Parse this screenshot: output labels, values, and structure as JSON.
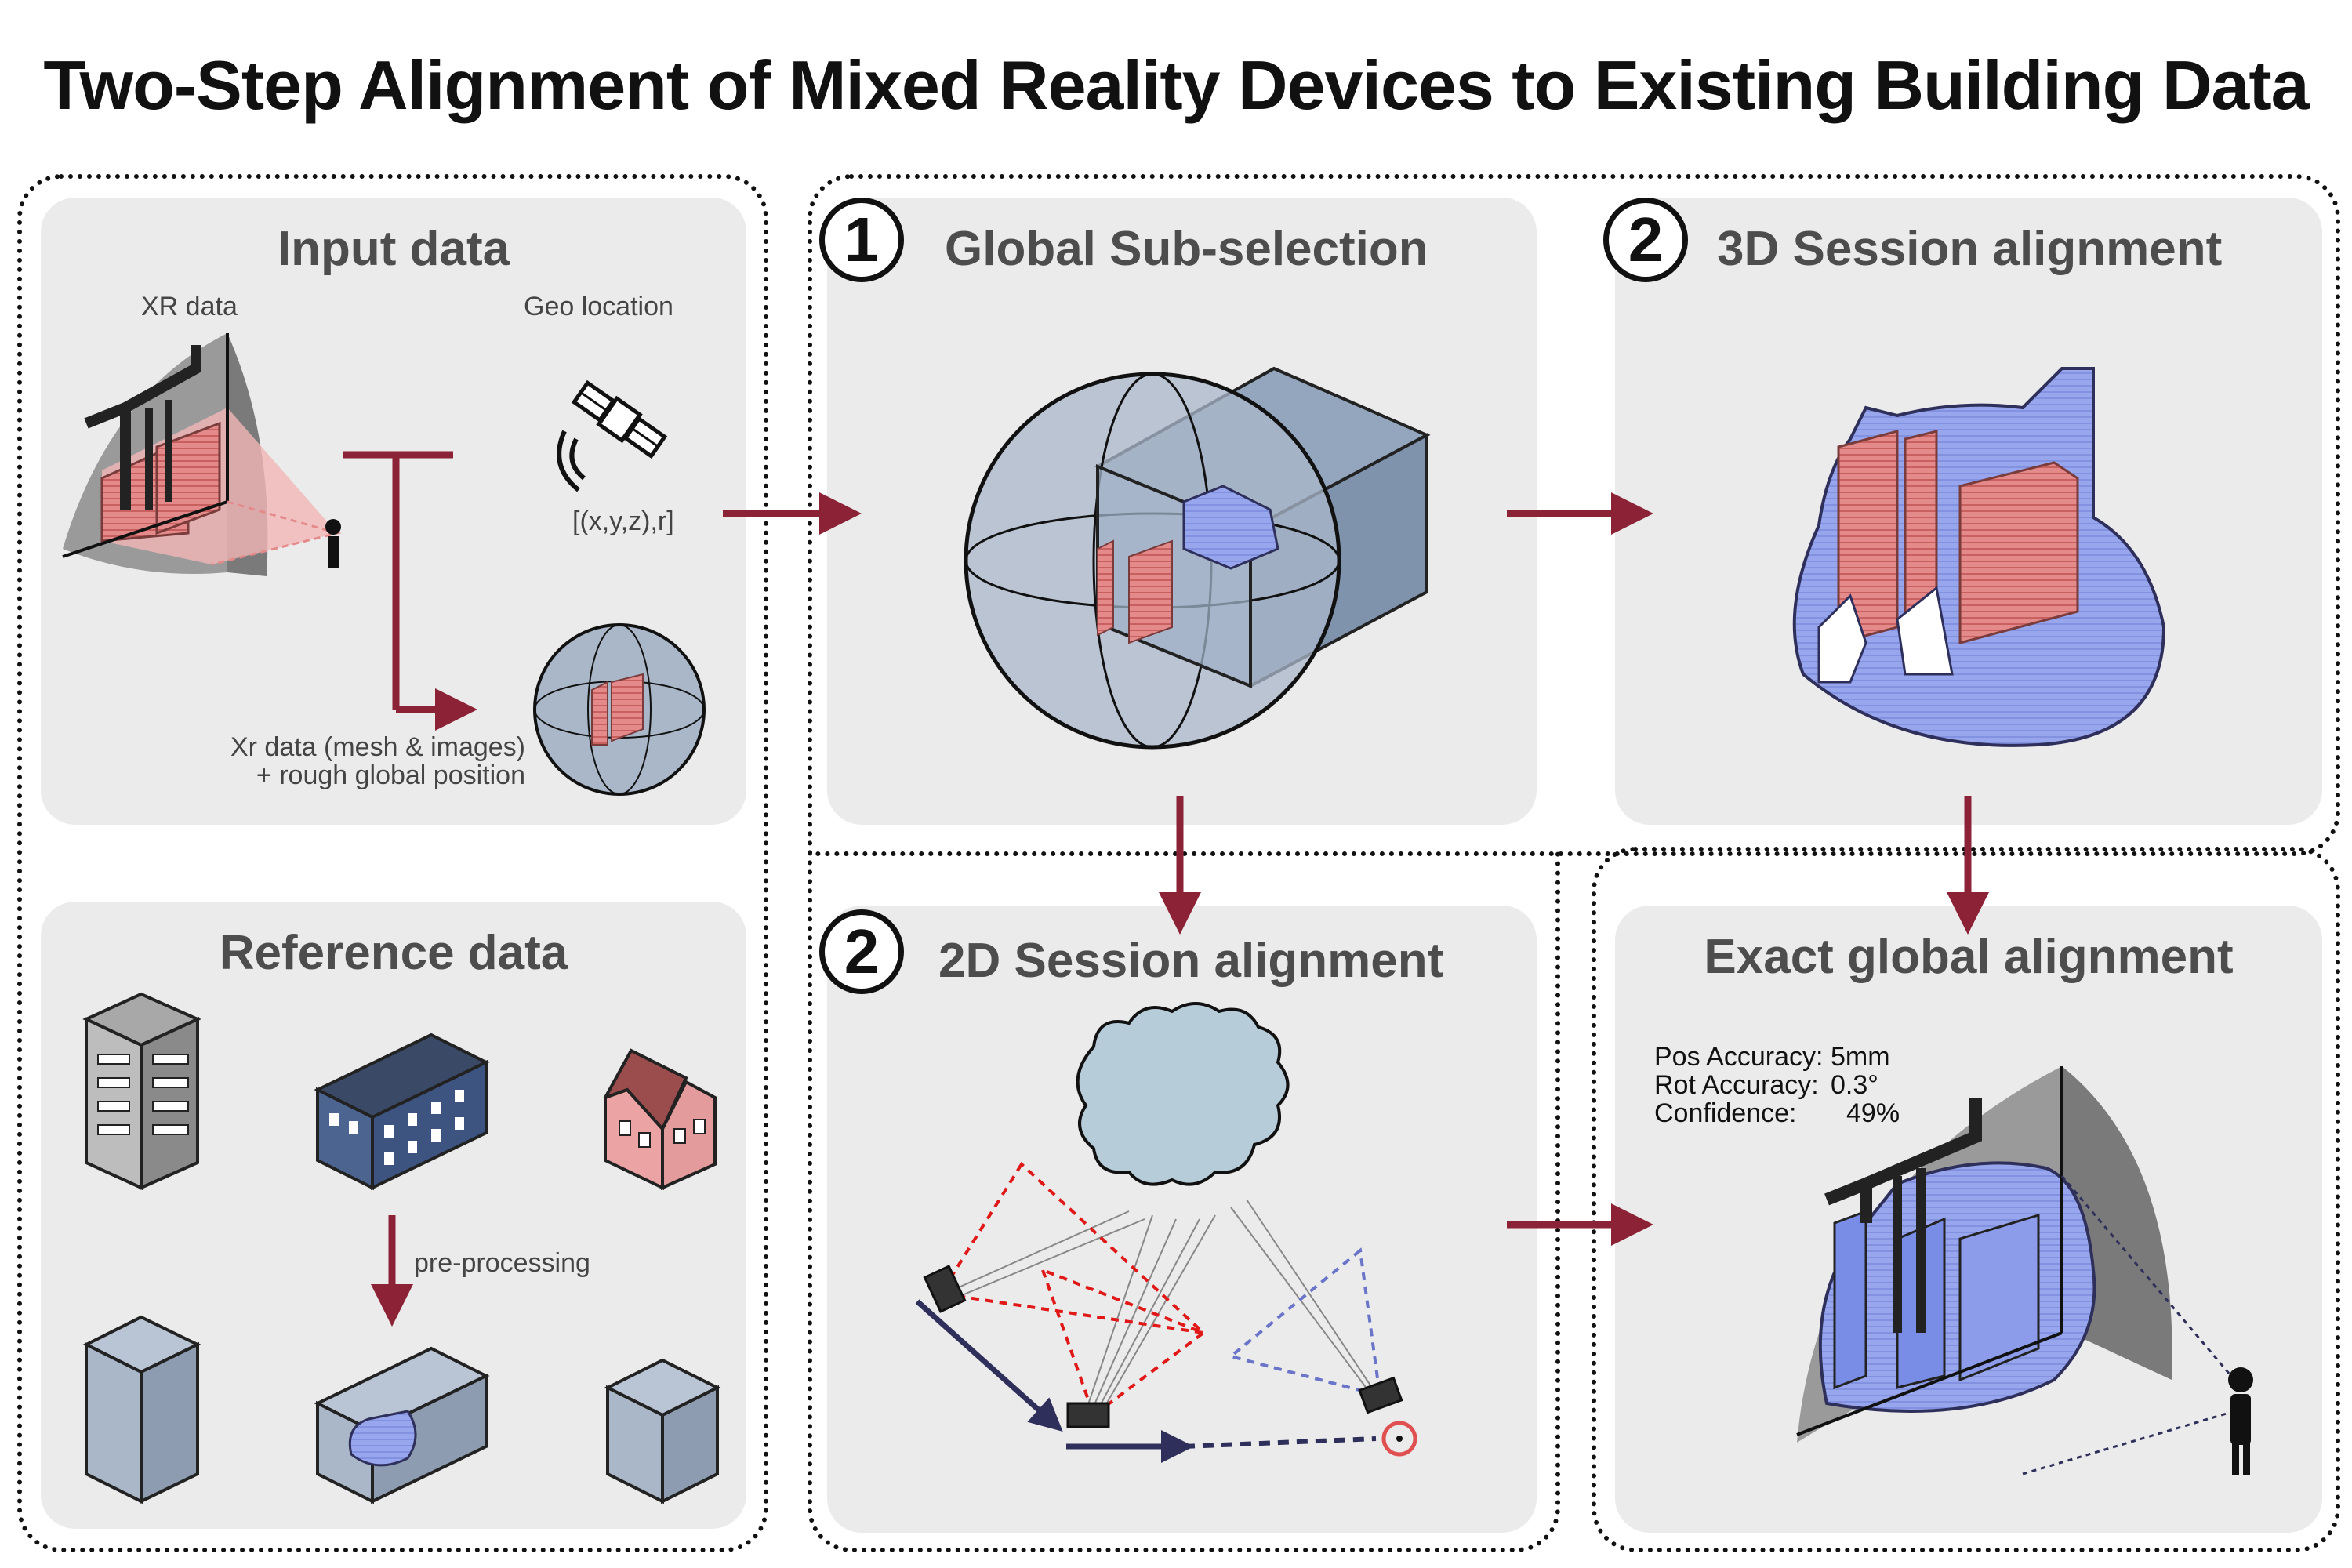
{
  "title": "Two-Step Alignment of Mixed Reality Devices to Existing Building Data",
  "colors": {
    "arrow": "#8b2236",
    "panel_bg": "#ebebeb",
    "xr_red": "#e07a7a",
    "ref_blue": "#8c9cea",
    "box_gray": "#a9b7c9"
  },
  "input_panel": {
    "title": "Input data",
    "xr_label": "XR data",
    "geo_label": "Geo location",
    "geo_formula": "[(x,y,z),r]",
    "caption_line1": "Xr data (mesh & images)",
    "caption_line2": "+ rough global position"
  },
  "reference_panel": {
    "title": "Reference data",
    "preprocess_label": "pre-processing"
  },
  "global_panel": {
    "step": "1",
    "title": "Global Sub-selection"
  },
  "session3d_panel": {
    "step": "2",
    "title": "3D Session alignment"
  },
  "session2d_panel": {
    "step": "2",
    "title": "2D Session alignment"
  },
  "exact_panel": {
    "title": "Exact global alignment",
    "metrics": [
      {
        "label": "Pos Accuracy:",
        "value": "5mm"
      },
      {
        "label": "Rot Accuracy:",
        "value": "0.3°"
      },
      {
        "label": "Confidence:",
        "value": "49%"
      }
    ]
  }
}
